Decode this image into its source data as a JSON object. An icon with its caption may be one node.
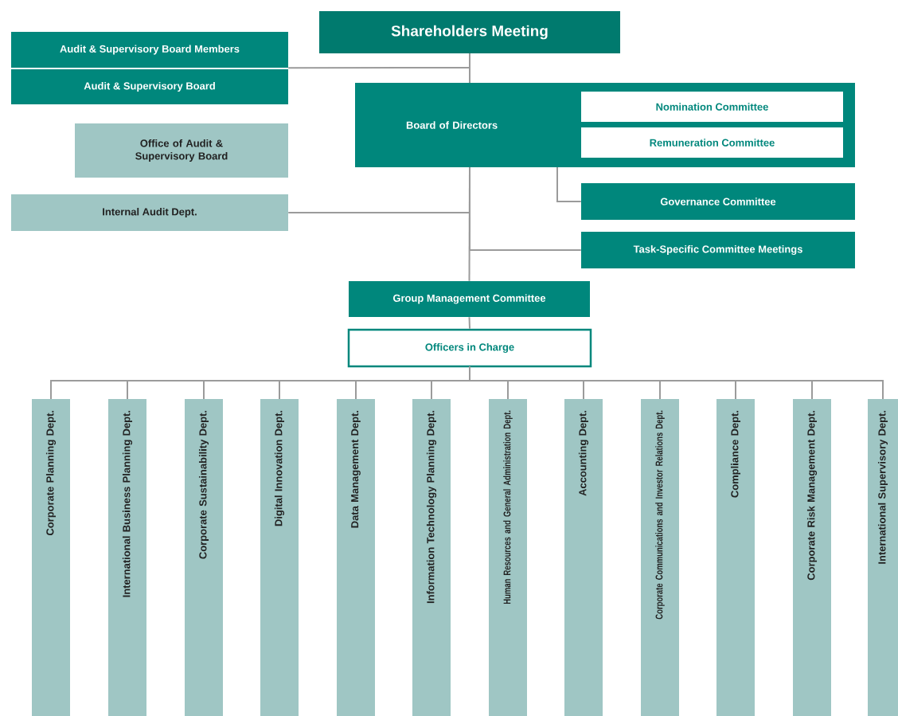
{
  "diagram": {
    "nodes": [
      {
        "text": [
          "Shareholders Meeting"
        ]
      },
      {
        "text": [
          "Audit & Supervisory Board Members"
        ]
      },
      {
        "text": [
          "Audit & Supervisory Board"
        ]
      },
      {
        "text": [
          "Board of Directors"
        ]
      },
      {
        "text": [
          "Nomination Committee"
        ],
        "in": 3
      },
      {
        "text": [
          "Remuneration Committee"
        ],
        "in": 3
      },
      {
        "text": [
          "Office of Audit & Supervisory Board"
        ]
      },
      {
        "text": [
          "Internal Audit Dept."
        ]
      },
      {
        "text": [
          "Governance Committee"
        ]
      },
      {
        "text": [
          "Task-Specific Committee Meetings"
        ]
      },
      {
        "text": [
          "Group Management Committee"
        ]
      },
      {
        "text": [
          "Officers in Charge"
        ]
      },
      {
        "text": [
          "Corporate Planning Dept."
        ]
      },
      {
        "text": [
          "International Business Planning Dept."
        ]
      },
      {
        "text": [
          "Corporate Sustainability Dept."
        ]
      },
      {
        "text": [
          "Digital Innovation Dept."
        ]
      },
      {
        "text": [
          "Data Management Dept."
        ]
      },
      {
        "text": [
          "Information Technology Planning Dept."
        ]
      },
      {
        "text": [
          "Human Resources and General Administration Dept."
        ]
      },
      {
        "text": [
          "Accounting Dept."
        ]
      },
      {
        "text": [
          "Corporate Communications and Investor Relations Dept."
        ]
      },
      {
        "text": [
          "Compliance Dept."
        ]
      },
      {
        "text": [
          "Corporate Risk Management Dept."
        ]
      },
      {
        "text": [
          "International Supervisory Dept."
        ]
      }
    ],
    "edges": [
      {
        "from": 0,
        "to": 3,
        "arrow": "none"
      },
      {
        "from": 0,
        "to": 1,
        "arrow": "none"
      },
      {
        "from": 3,
        "to": 7,
        "arrow": "none"
      },
      {
        "from": 3,
        "to": 8,
        "arrow": "none"
      },
      {
        "from": 3,
        "to": 9,
        "arrow": "none"
      },
      {
        "from": 3,
        "to": 10,
        "arrow": "none"
      },
      {
        "from": 10,
        "to": 11,
        "arrow": "none"
      },
      {
        "from": 11,
        "to": 12,
        "arrow": "none"
      },
      {
        "from": 11,
        "to": 13,
        "arrow": "none"
      },
      {
        "from": 11,
        "to": 14,
        "arrow": "none"
      },
      {
        "from": 11,
        "to": 15,
        "arrow": "none"
      },
      {
        "from": 11,
        "to": 16,
        "arrow": "none"
      },
      {
        "from": 11,
        "to": 17,
        "arrow": "none"
      },
      {
        "from": 11,
        "to": 18,
        "arrow": "none"
      },
      {
        "from": 11,
        "to": 19,
        "arrow": "none"
      },
      {
        "from": 11,
        "to": 20,
        "arrow": "none"
      },
      {
        "from": 11,
        "to": 21,
        "arrow": "none"
      },
      {
        "from": 11,
        "to": 22,
        "arrow": "none"
      },
      {
        "from": 11,
        "to": 23,
        "arrow": "none"
      }
    ]
  }
}
